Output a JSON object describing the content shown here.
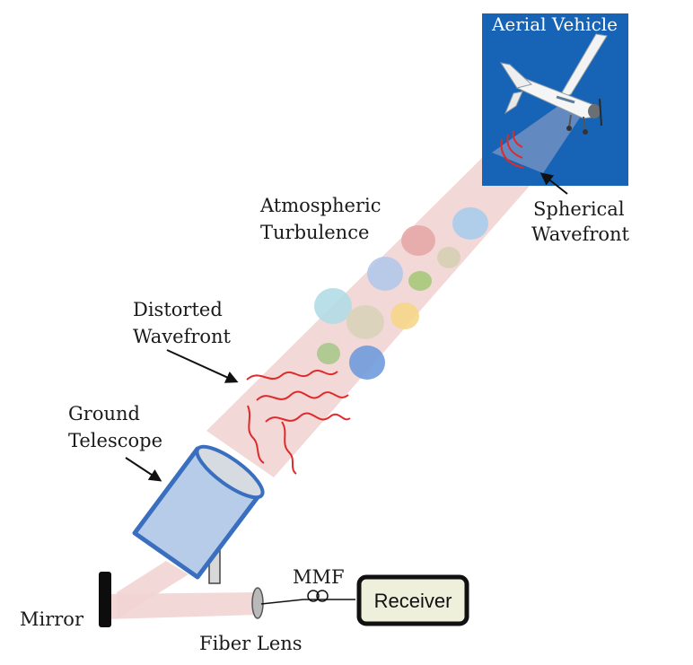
{
  "labels": {
    "aerial_vehicle": "Aerial Vehicle",
    "spherical_line1": "Spherical",
    "spherical_line2": "Wavefront",
    "turbulence_line1": "Atmospheric",
    "turbulence_line2": "Turbulence",
    "distorted_line1": "Distorted",
    "distorted_line2": "Wavefront",
    "ground_line1": "Ground",
    "ground_line2": "Telescope",
    "mirror": "Mirror",
    "fiber_lens": "Fiber Lens",
    "mmf": "MMF",
    "receiver": "Receiver"
  },
  "colors": {
    "sky": "#1763b5",
    "beam": "#f2d4d4",
    "telescope_fill": "#b7cce8",
    "telescope_stroke": "#3a6fc0",
    "receiver_fill": "#eef0dc",
    "wavefront": "#e02a2a"
  },
  "turbulence_cells": [
    {
      "color": "#a9cdeb"
    },
    {
      "color": "#e6a9a9"
    },
    {
      "color": "#d6d0b4"
    },
    {
      "color": "#b2c8ea"
    },
    {
      "color": "#a6c97a"
    },
    {
      "color": "#b1dbe6"
    },
    {
      "color": "#d9d3ba"
    },
    {
      "color": "#f5d78b"
    },
    {
      "color": "#aac98c"
    },
    {
      "color": "#6f9bdc"
    }
  ]
}
